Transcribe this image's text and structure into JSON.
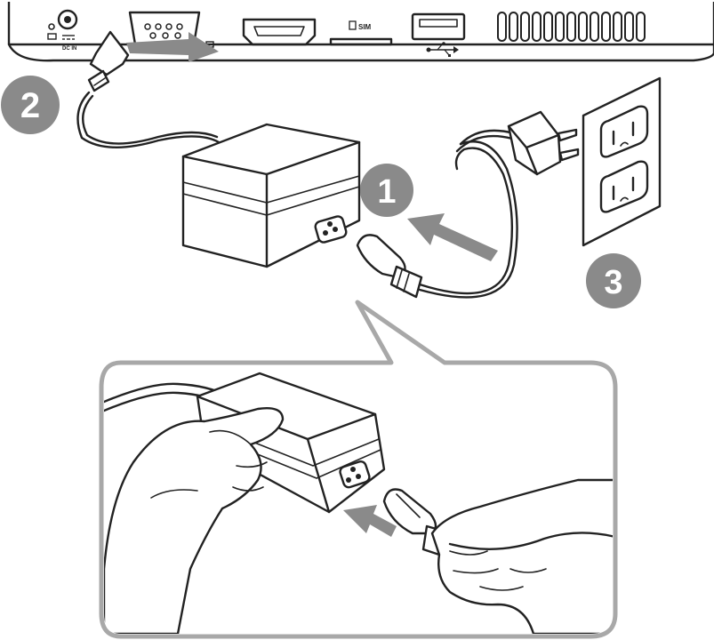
{
  "steps": {
    "step1": "1",
    "step2": "2",
    "step3": "3"
  },
  "ports": {
    "dc_in_label": "DC IN",
    "sim_label": "SIM"
  },
  "icons": {
    "dc_in": "dc-power-symbol-icon",
    "monitor": "monitor-port-icon",
    "sim": "sim-card-icon",
    "usb": "usb-symbol-icon"
  },
  "colors": {
    "badge": "#8a8a8a",
    "arrow": "#8a8a8a",
    "callout_border": "#a8a8a8",
    "line": "#222222"
  }
}
